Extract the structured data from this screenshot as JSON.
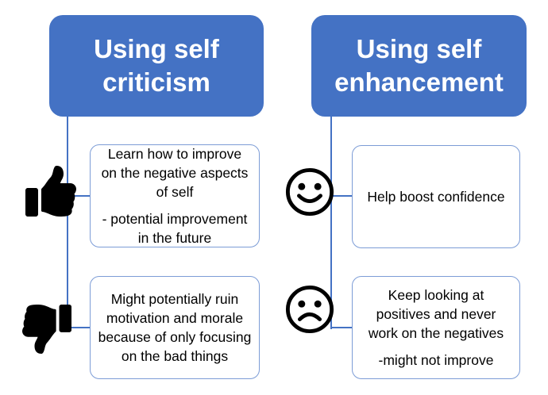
{
  "colors": {
    "accent": "#4472C4",
    "connector": "#4472C4",
    "box_border": "#7C9CD6",
    "text": "#000000",
    "header_text": "#FFFFFF",
    "background": "#FFFFFF"
  },
  "columns": [
    {
      "header": "Using self\ncriticism",
      "items": [
        {
          "icon": "thumbs-up-icon",
          "paragraphs": [
            "Learn how to improve\non the negative aspects\nof self",
            "- potential improvement\nin the future"
          ]
        },
        {
          "icon": "thumbs-down-icon",
          "paragraphs": [
            "Might potentially ruin\nmotivation and morale\nbecause of only focusing\non the bad things"
          ]
        }
      ]
    },
    {
      "header": "Using self\nenhancement",
      "items": [
        {
          "icon": "smiley-face-icon",
          "paragraphs": [
            "Help boost confidence"
          ]
        },
        {
          "icon": "sad-face-icon",
          "paragraphs": [
            "Keep looking at\npositives and never\nwork on the negatives",
            "-might not improve"
          ]
        }
      ]
    }
  ]
}
